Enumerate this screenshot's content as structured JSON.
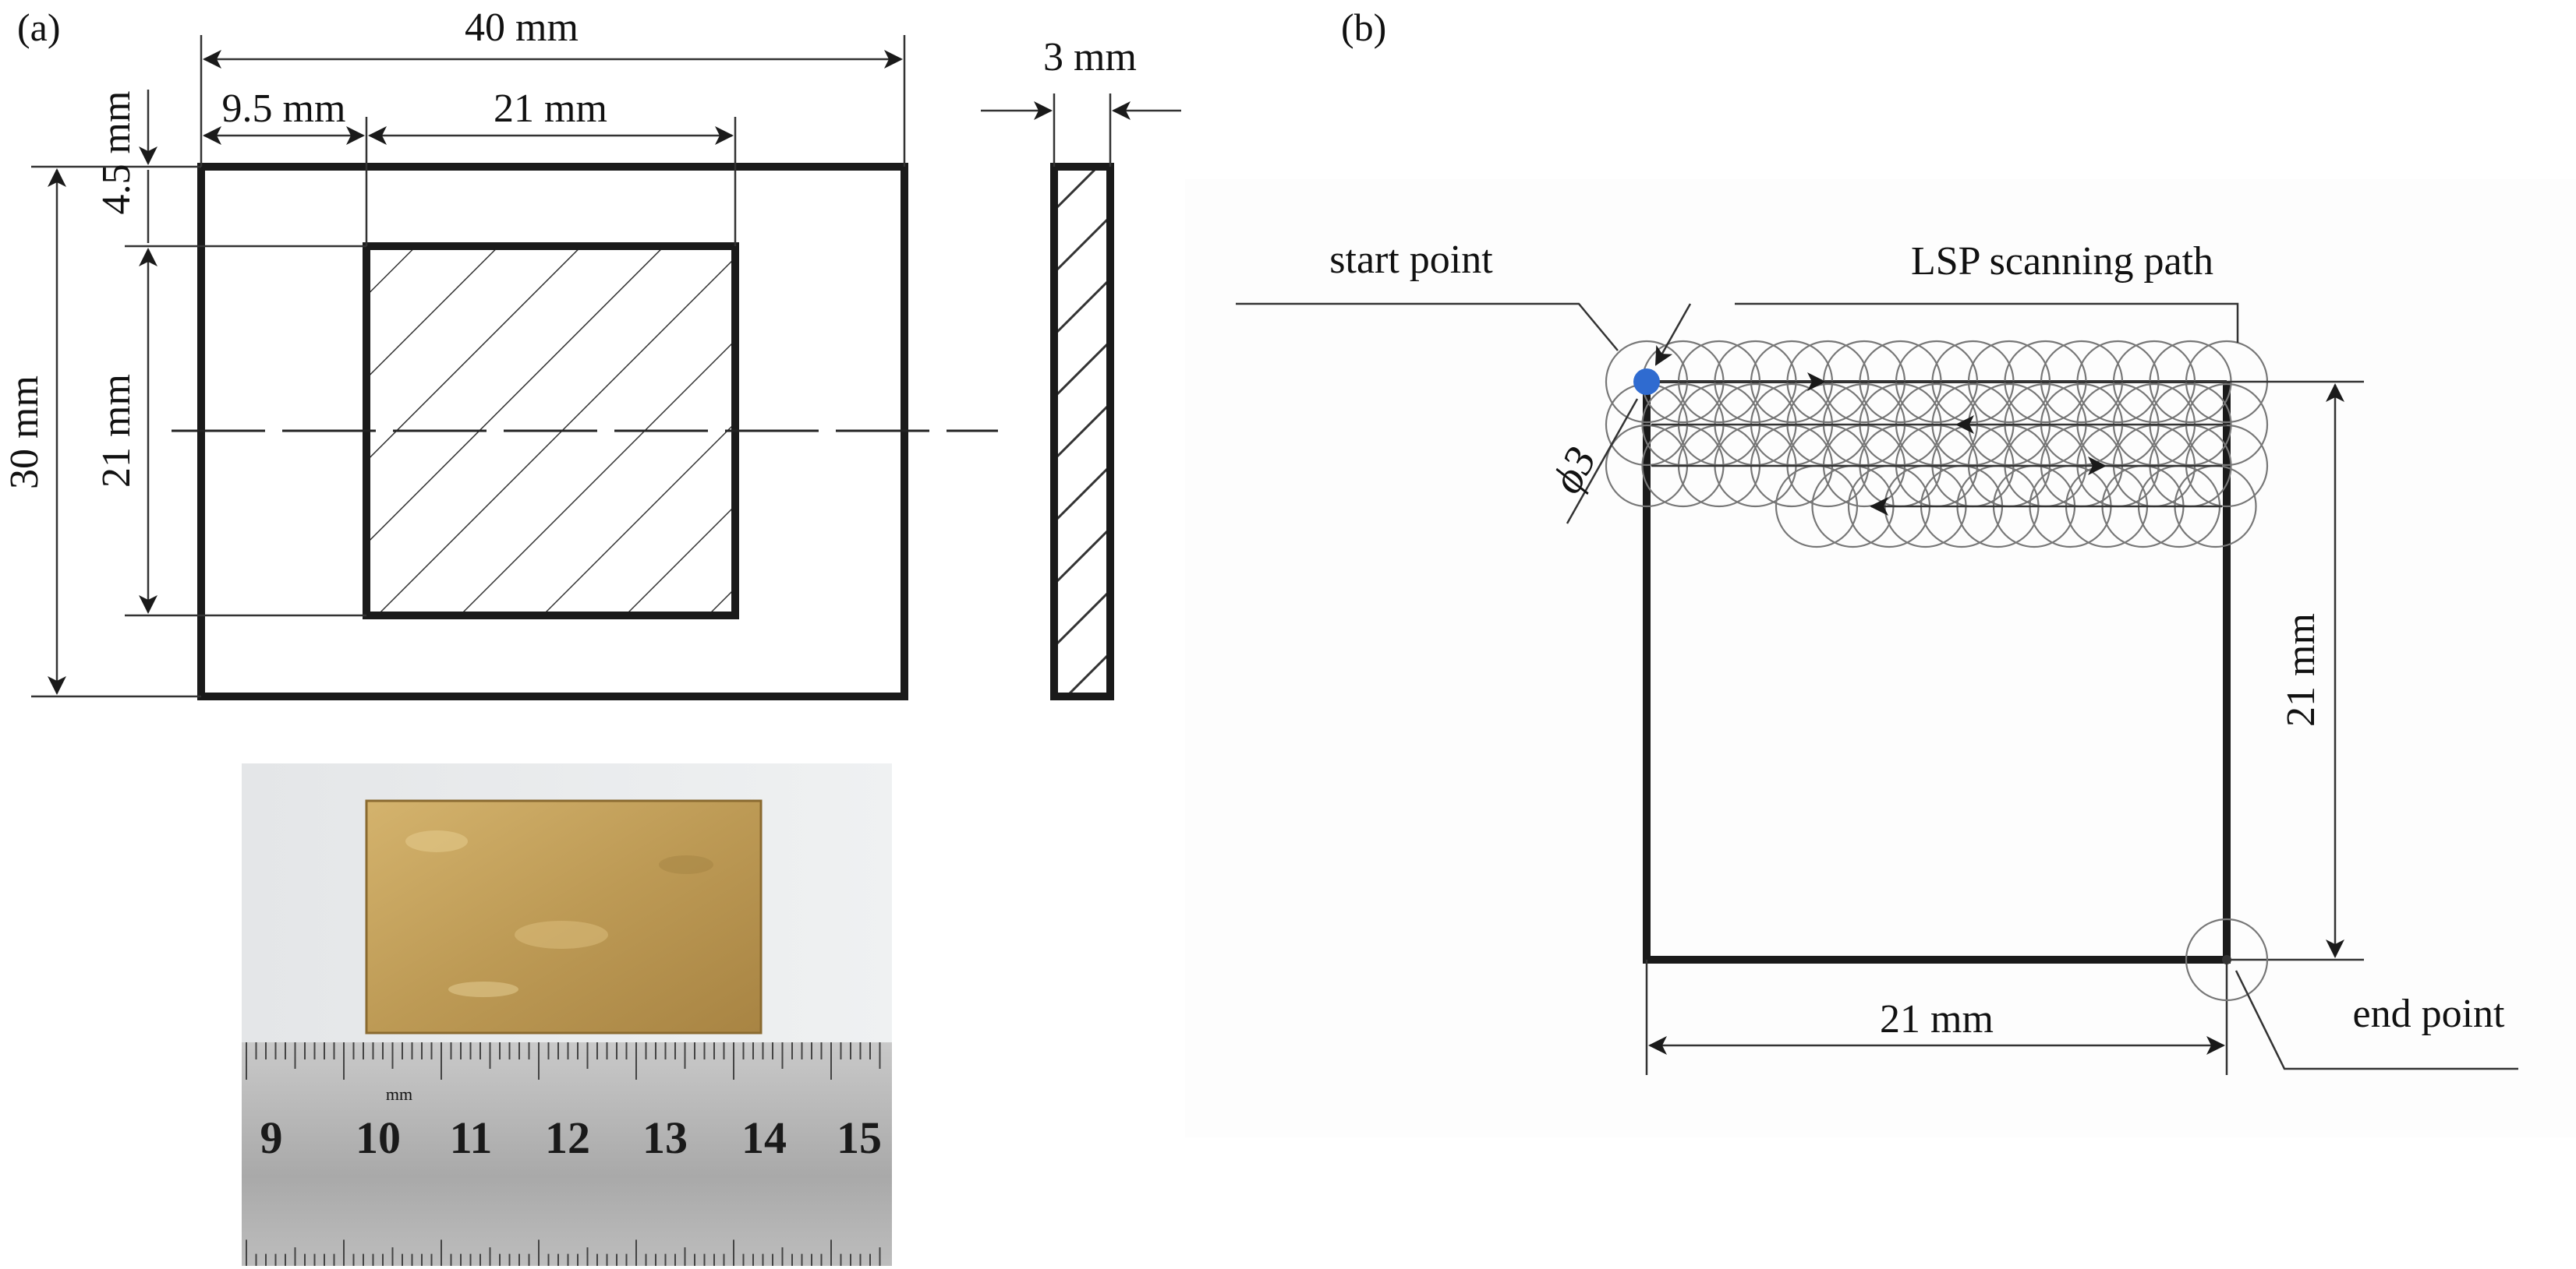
{
  "panel_a": {
    "label": "(a)",
    "dim_width": "40 mm",
    "dim_left_offset": "9.5 mm",
    "dim_inner_width": "21 mm",
    "dim_top_offset": "4.5 mm",
    "dim_height": "30 mm",
    "dim_inner_height": "21 mm",
    "dim_thickness": "3 mm"
  },
  "ruler": {
    "unit": "mm",
    "numbers": [
      "9",
      "10",
      "11",
      "12",
      "13",
      "14",
      "15"
    ]
  },
  "panel_b": {
    "label": "(b)",
    "start_point": "start point",
    "scan_path": "LSP scanning path",
    "diameter_symbol": "ϕ",
    "diameter_value": "3",
    "dim_height": "21 mm",
    "dim_width": "21 mm",
    "end_point": "end point"
  },
  "colors": {
    "start_dot": "#2f6bd0",
    "metal": "#c29f5a",
    "ruler": "#b6b6b6"
  }
}
